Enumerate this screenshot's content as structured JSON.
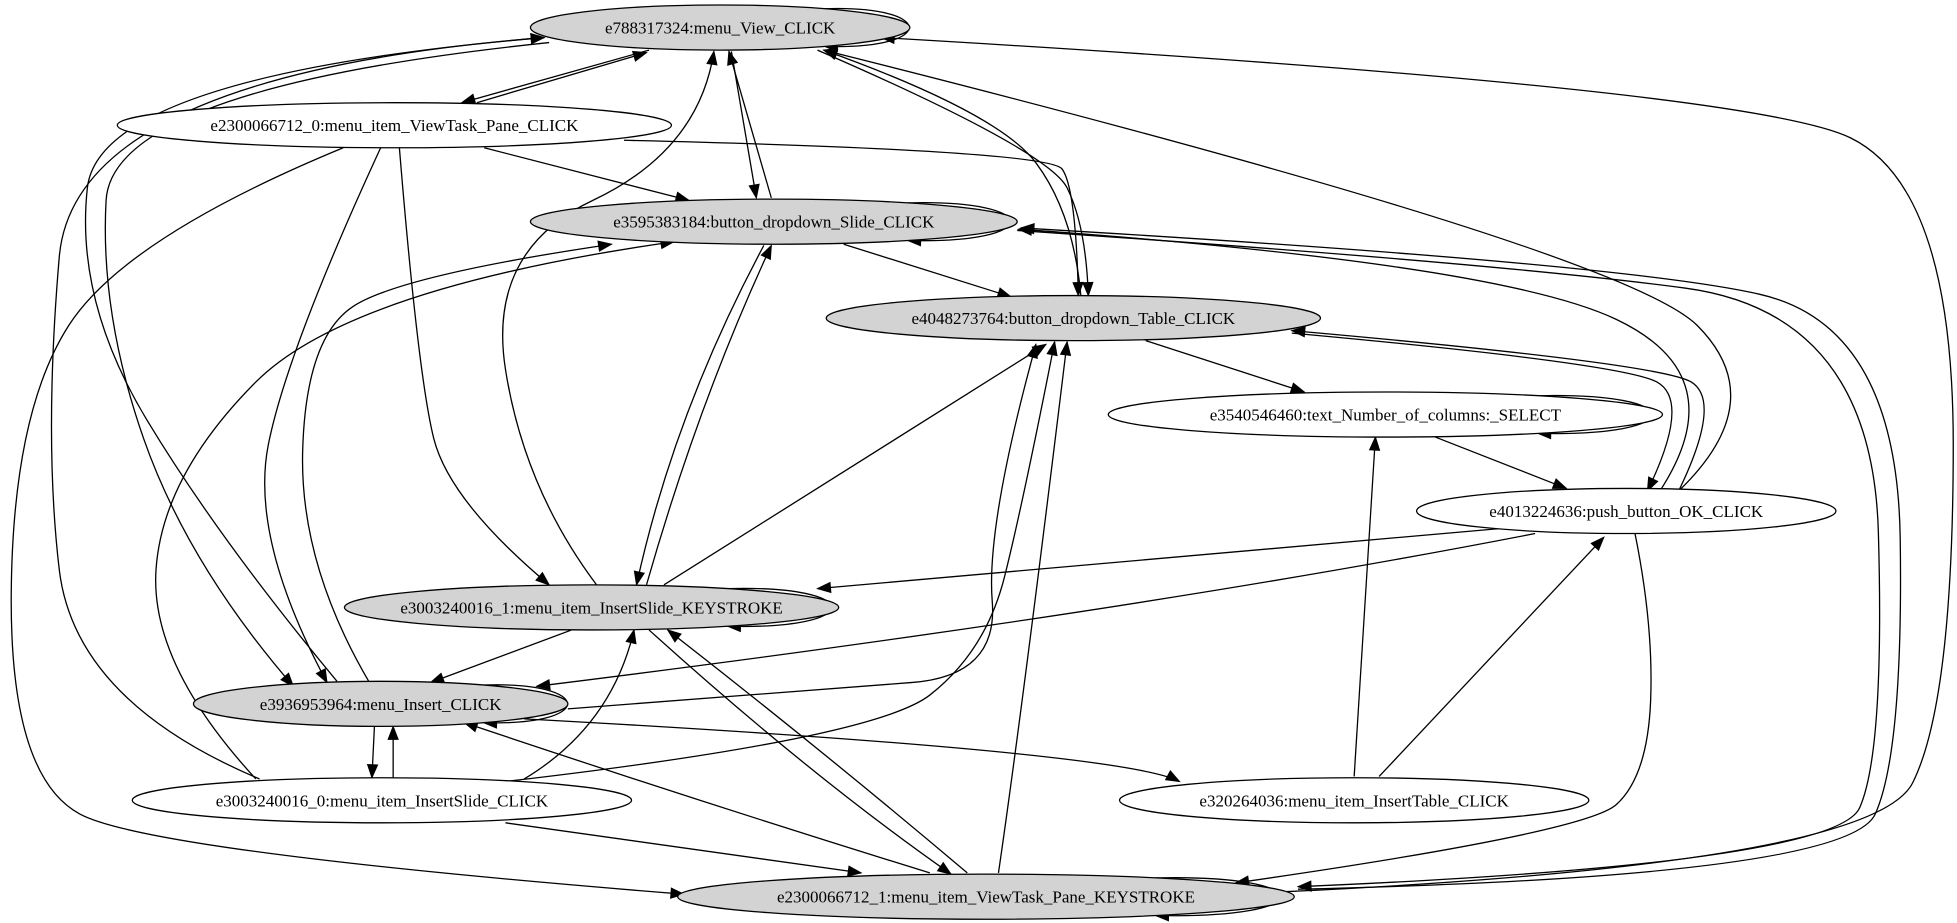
{
  "diagram": {
    "type": "directed-graph",
    "colors": {
      "highlighted_fill": "#d3d3d3",
      "plain_fill": "#ffffff",
      "stroke": "#000000"
    },
    "nodes": [
      {
        "id": "n1",
        "label": "e788317324:menu_View_CLICK",
        "highlighted": true
      },
      {
        "id": "n2",
        "label": "e2300066712_0:menu_item_ViewTask_Pane_CLICK",
        "highlighted": false
      },
      {
        "id": "n3",
        "label": "e3595383184:button_dropdown_Slide_CLICK",
        "highlighted": true
      },
      {
        "id": "n4",
        "label": "e4048273764:button_dropdown_Table_CLICK",
        "highlighted": true
      },
      {
        "id": "n5",
        "label": "e3540546460:text_Number_of_columns:_SELECT",
        "highlighted": false
      },
      {
        "id": "n6",
        "label": "e4013224636:push_button_OK_CLICK",
        "highlighted": false
      },
      {
        "id": "n7",
        "label": "e3003240016_1:menu_item_InsertSlide_KEYSTROKE",
        "highlighted": true
      },
      {
        "id": "n8",
        "label": "e3936953964:menu_Insert_CLICK",
        "highlighted": true
      },
      {
        "id": "n9",
        "label": "e3003240016_0:menu_item_InsertSlide_CLICK",
        "highlighted": false
      },
      {
        "id": "n10",
        "label": "e320264036:menu_item_InsertTable_CLICK",
        "highlighted": false
      },
      {
        "id": "n11",
        "label": "e2300066712_1:menu_item_ViewTask_Pane_KEYSTROKE",
        "highlighted": true
      }
    ],
    "edges": [
      {
        "from": "n1",
        "to": "n1"
      },
      {
        "from": "n1",
        "to": "n2"
      },
      {
        "from": "n2",
        "to": "n1"
      },
      {
        "from": "n1",
        "to": "n3"
      },
      {
        "from": "n3",
        "to": "n1"
      },
      {
        "from": "n1",
        "to": "n4"
      },
      {
        "from": "n4",
        "to": "n1"
      },
      {
        "from": "n1",
        "to": "n8"
      },
      {
        "from": "n8",
        "to": "n1"
      },
      {
        "from": "n9",
        "to": "n1"
      },
      {
        "from": "n7",
        "to": "n1"
      },
      {
        "from": "n6",
        "to": "n1"
      },
      {
        "from": "n11",
        "to": "n1"
      },
      {
        "from": "n2",
        "to": "n3"
      },
      {
        "from": "n2",
        "to": "n4"
      },
      {
        "from": "n2",
        "to": "n7"
      },
      {
        "from": "n2",
        "to": "n8"
      },
      {
        "from": "n2",
        "to": "n11"
      },
      {
        "from": "n3",
        "to": "n3"
      },
      {
        "from": "n3",
        "to": "n4"
      },
      {
        "from": "n3",
        "to": "n7"
      },
      {
        "from": "n7",
        "to": "n3"
      },
      {
        "from": "n8",
        "to": "n3"
      },
      {
        "from": "n9",
        "to": "n3"
      },
      {
        "from": "n6",
        "to": "n3"
      },
      {
        "from": "n3",
        "to": "n11"
      },
      {
        "from": "n11",
        "to": "n3"
      },
      {
        "from": "n4",
        "to": "n5"
      },
      {
        "from": "n4",
        "to": "n6"
      },
      {
        "from": "n6",
        "to": "n4"
      },
      {
        "from": "n7",
        "to": "n4"
      },
      {
        "from": "n8",
        "to": "n4"
      },
      {
        "from": "n9",
        "to": "n4"
      },
      {
        "from": "n11",
        "to": "n4"
      },
      {
        "from": "n5",
        "to": "n5"
      },
      {
        "from": "n5",
        "to": "n6"
      },
      {
        "from": "n10",
        "to": "n5"
      },
      {
        "from": "n6",
        "to": "n7"
      },
      {
        "from": "n6",
        "to": "n8"
      },
      {
        "from": "n6",
        "to": "n11"
      },
      {
        "from": "n10",
        "to": "n6"
      },
      {
        "from": "n7",
        "to": "n7"
      },
      {
        "from": "n7",
        "to": "n8"
      },
      {
        "from": "n7",
        "to": "n11"
      },
      {
        "from": "n11",
        "to": "n7"
      },
      {
        "from": "n9",
        "to": "n7"
      },
      {
        "from": "n8",
        "to": "n8"
      },
      {
        "from": "n8",
        "to": "n9"
      },
      {
        "from": "n9",
        "to": "n8"
      },
      {
        "from": "n8",
        "to": "n10"
      },
      {
        "from": "n11",
        "to": "n8"
      },
      {
        "from": "n9",
        "to": "n11"
      },
      {
        "from": "n11",
        "to": "n11"
      }
    ]
  }
}
